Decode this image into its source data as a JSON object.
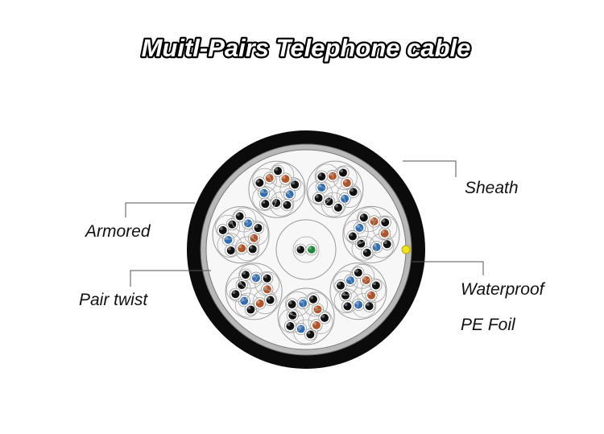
{
  "title": "Muitl-Pairs Telephone cable",
  "labels": {
    "sheath": "Sheath",
    "armored": "Armored",
    "pair_twist": "Pair twist",
    "waterproof": "Waterproof",
    "pe_foil": "PE Foil"
  },
  "colors": {
    "sheath": "#0b0b0b",
    "armor": "#b8b8b8",
    "inner_fill": "#f7f7f7",
    "bundle_outline": "#9a9a9a",
    "blue_conductor": "#2f6eb5",
    "brown_conductor": "#b0542a",
    "black_conductor": "#111111",
    "green_conductor": "#1f8a3a",
    "yellow_marker": "#f2e21b"
  },
  "bundles": [
    {
      "conductors": [
        "blue",
        "black",
        "black",
        "black",
        "blue",
        "black",
        "brown",
        "black",
        "brown",
        "black"
      ]
    },
    {
      "conductors": [
        "blue",
        "black",
        "black",
        "black",
        "blue",
        "black",
        "brown",
        "black",
        "brown",
        "black"
      ]
    },
    {
      "conductors": [
        "blue",
        "black",
        "black",
        "black",
        "blue",
        "black",
        "brown",
        "black",
        "brown",
        "black"
      ]
    },
    {
      "conductors": [
        "blue",
        "black",
        "black",
        "black",
        "blue",
        "black",
        "brown",
        "black",
        "brown",
        "black"
      ]
    },
    {
      "conductors": [
        "blue",
        "black",
        "black",
        "black",
        "blue",
        "black",
        "brown",
        "black",
        "brown",
        "black"
      ]
    },
    {
      "conductors": [
        "blue",
        "black",
        "black",
        "black",
        "blue",
        "black",
        "brown",
        "black",
        "brown",
        "black"
      ]
    },
    {
      "conductors": [
        "blue",
        "black",
        "black",
        "black",
        "blue",
        "black",
        "brown",
        "black",
        "brown",
        "black"
      ]
    }
  ],
  "center_core": {
    "conductors": [
      "black",
      "green"
    ]
  }
}
